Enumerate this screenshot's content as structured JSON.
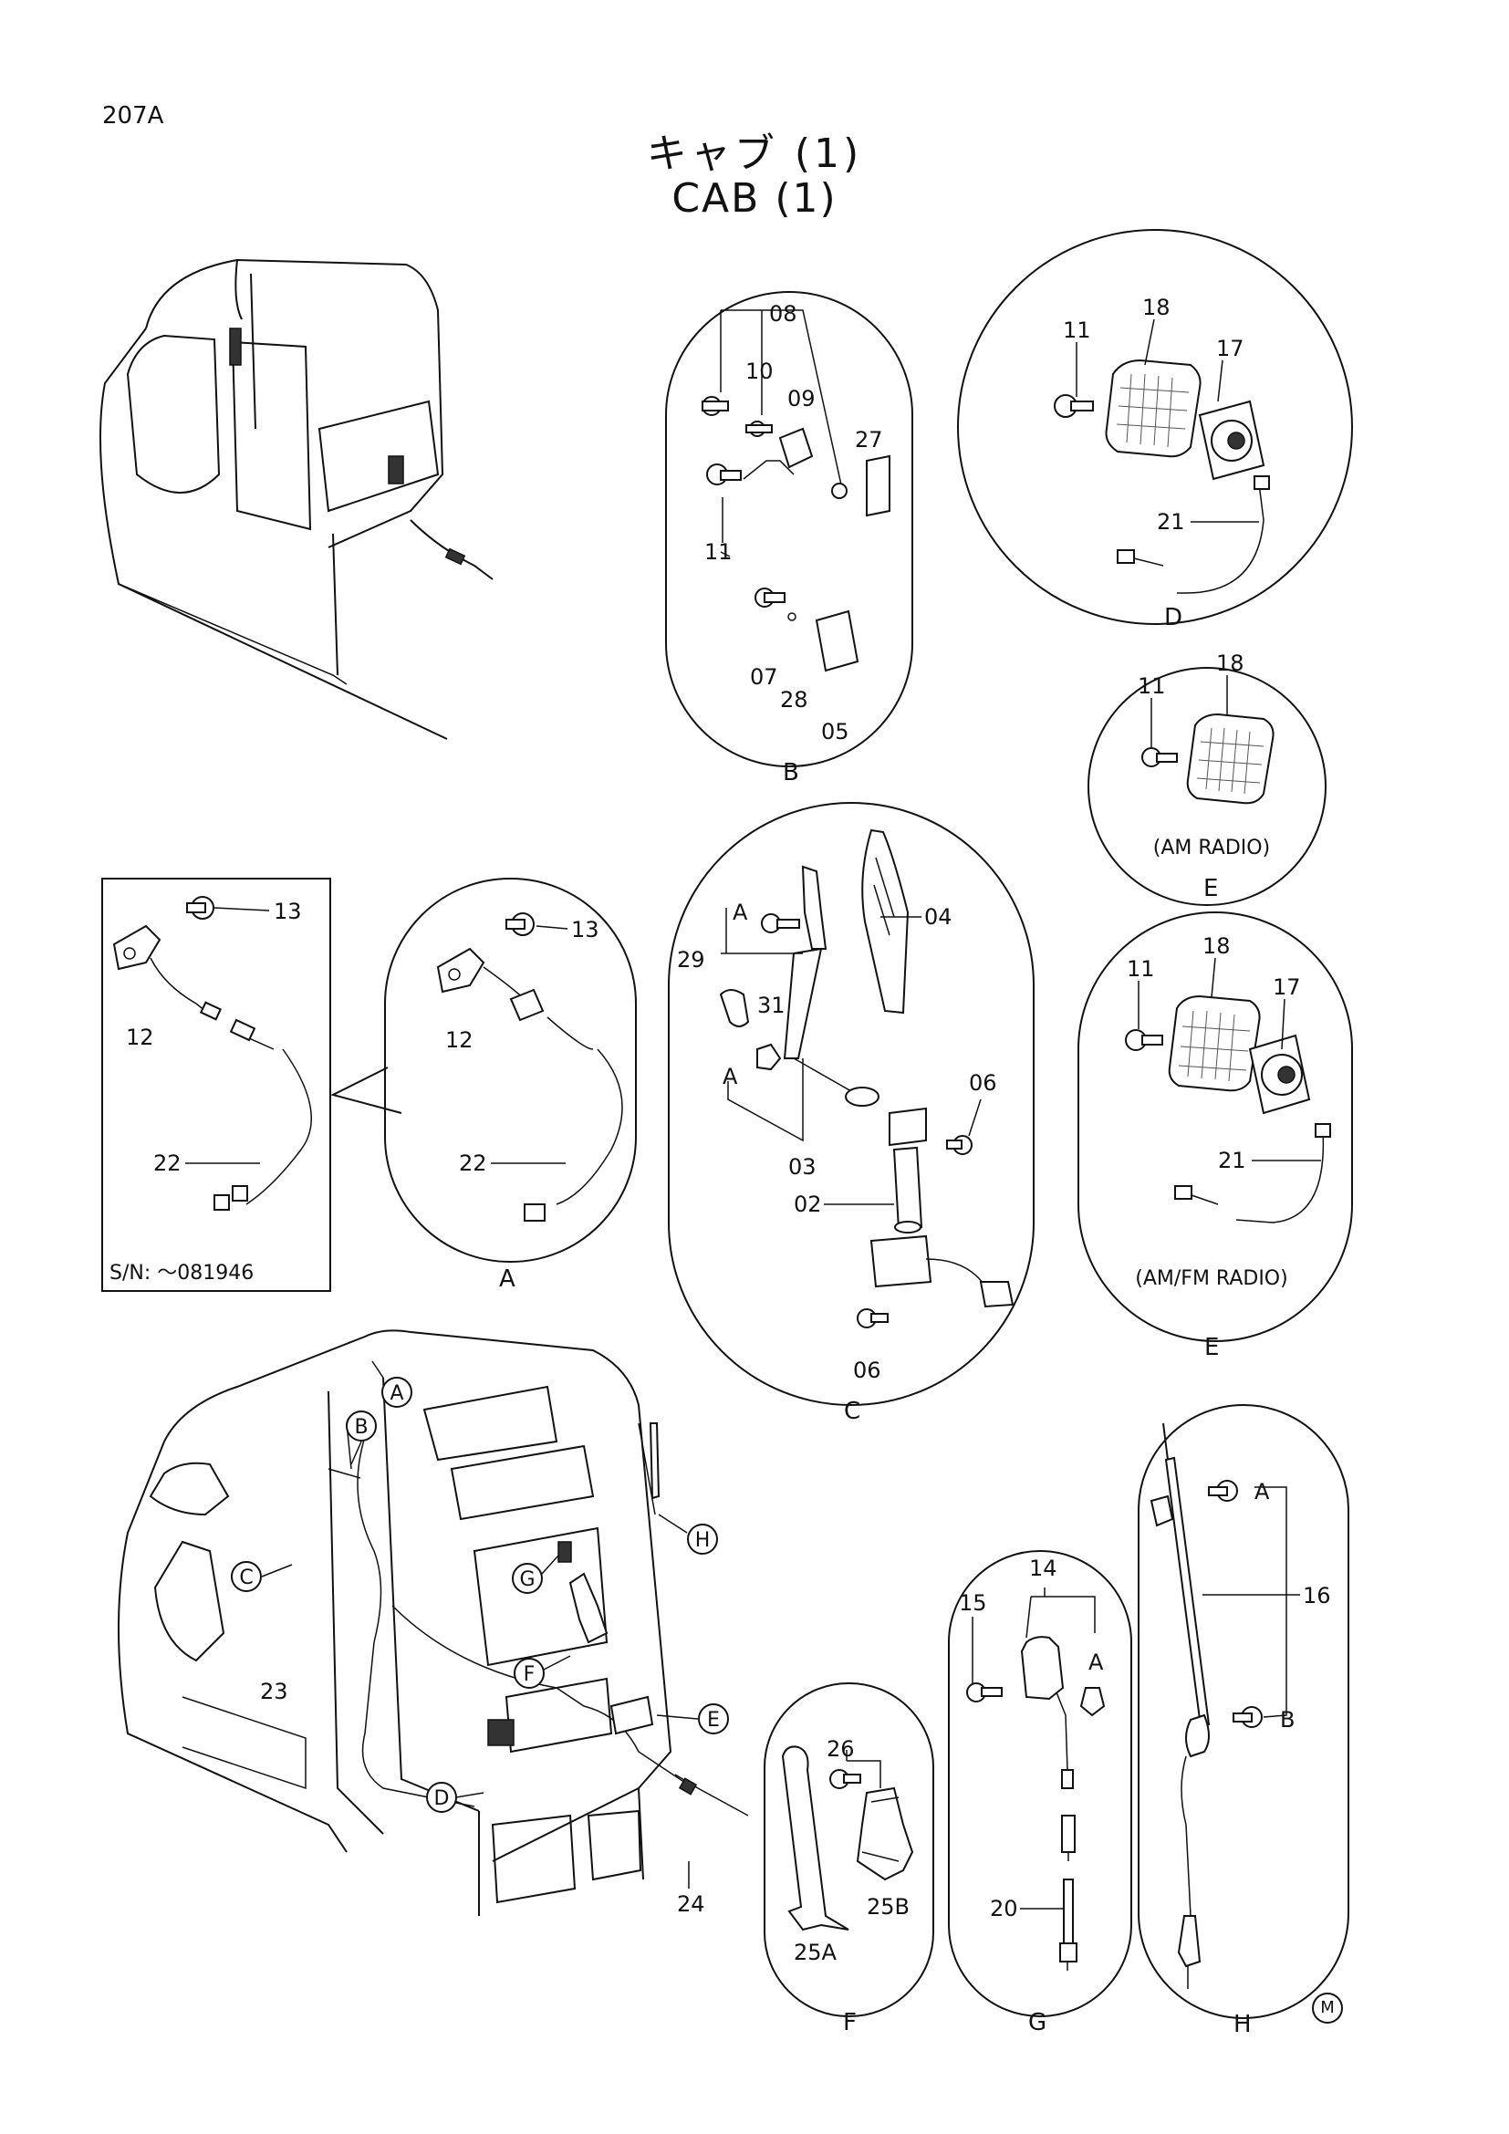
{
  "header": {
    "page_code": "207A",
    "title_jp": "キャブ (1)",
    "title_en": "CAB (1)"
  },
  "footer": {
    "mark": "M"
  },
  "views": {
    "a": {
      "letter": "A",
      "callouts": {
        "p13": "13",
        "p12": "12",
        "p22": "22"
      }
    },
    "b": {
      "letter": "B",
      "callouts": {
        "p08": "08",
        "p10": "10",
        "p09": "09",
        "p27": "27",
        "p11": "11",
        "p07": "07",
        "p28": "28",
        "p05": "05"
      }
    },
    "c": {
      "letter": "C",
      "callouts": {
        "p04": "04",
        "p29": "29",
        "p31": "31",
        "pA1": "A",
        "pA2": "A",
        "p03": "03",
        "p06a": "06",
        "p02": "02",
        "p06b": "06"
      }
    },
    "d": {
      "letter": "D",
      "callouts": {
        "p11": "11",
        "p18": "18",
        "p17": "17",
        "p21": "21"
      }
    },
    "e1": {
      "letter": "E",
      "note": "(AM RADIO)",
      "callouts": {
        "p11": "11",
        "p18": "18"
      }
    },
    "e2": {
      "letter": "E",
      "note": "(AM/FM RADIO)",
      "callouts": {
        "p11": "11",
        "p18": "18",
        "p17": "17",
        "p21": "21"
      }
    },
    "f": {
      "letter": "F",
      "callouts": {
        "p26": "26",
        "p25A": "25A",
        "p25B": "25B"
      }
    },
    "g": {
      "letter": "G",
      "callouts": {
        "p14": "14",
        "p15": "15",
        "pA": "A",
        "p20": "20"
      }
    },
    "h": {
      "letter": "H",
      "callouts": {
        "pA": "A",
        "p16": "16",
        "pB": "B"
      }
    }
  },
  "inset": {
    "serial": "S/N: ～081946",
    "callouts": {
      "p13": "13",
      "p12": "12",
      "p22": "22"
    }
  },
  "main": {
    "markers": {
      "A": "A",
      "B": "B",
      "C": "C",
      "D": "D",
      "E": "E",
      "F": "F",
      "G": "G",
      "H": "H"
    },
    "callouts": {
      "p23": "23",
      "p24": "24"
    }
  }
}
